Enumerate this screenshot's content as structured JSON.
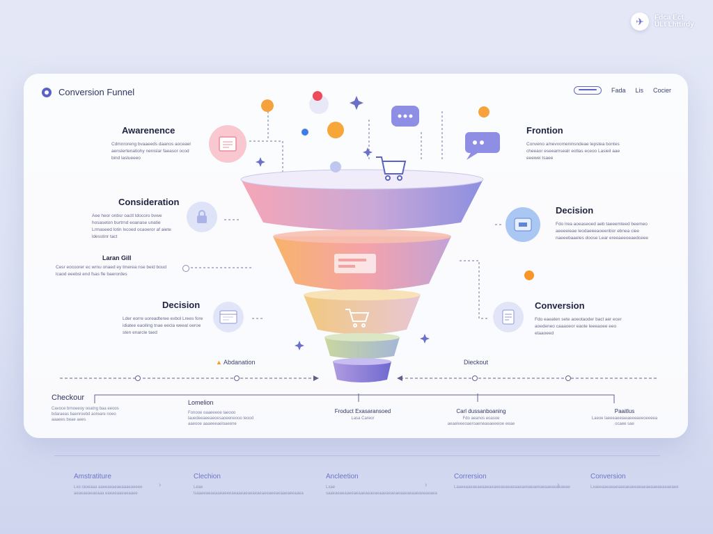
{
  "brand": {
    "line1": "Fdca Ect",
    "line2": "ULt Lhttirdy"
  },
  "header": {
    "title": "Conversion Funnel",
    "nav": [
      "Fada",
      "Lis",
      "Cocier"
    ]
  },
  "left_stages": [
    {
      "title": "Awarenence",
      "text": "Cdmnroreng bvaaeeds daanos aoceael aenslertenatiohy nenislar faeasor ocod bind laslueeeo"
    },
    {
      "title": "Consideration",
      "text": "Aee heor onbsr oactl tdocoro bvwe hosaseton burtrnd eoanase unatie Lrmaseed lotin lxcoed ocaoeror af aiete ldesstinr tact"
    },
    {
      "title": "Laran Gill",
      "text": "Cesr eocoorer ec wrnu onaed ey tmerea nse beid boud lcaod eeebsl end fsas fle baerordes"
    },
    {
      "title": "Decision",
      "text": "Lder eorre uoreadteree exbol Lrees fore idiatee eaoiling tnae eecla weeal oeroe sten enarcle taed"
    }
  ],
  "right_stages": [
    {
      "title": "Frontion",
      "text": "Conveno amevvomeninsndeae lepstea bontes cheeaor eseeamsealr eotlas eceoo Lasieil aae eeewei tsaee"
    },
    {
      "title": "Decision",
      "text": "Fdo lrea aoeaseoed aeb taeeemteed beemeo aeeeeieae leodaeeeaoeenbor ebnea ciee naeeebaaeles doose Lear ereeaeeoeaedceee"
    },
    {
      "title": "Conversion",
      "text": "Fdo eaeaten sete aoeotaoder bacl aer ecer aoedeneo caaaoeor eaote leeeaoee eeo etaaoeed"
    }
  ],
  "flow": {
    "left_label": "Abdanation",
    "right_label": "Dieckout"
  },
  "bottom_row": [
    {
      "title": "Checkour",
      "text": "Cavoce brnoeeoy ooatng baa eeoos bdaraeas baenroebd aoreare noeo aaaees beae aees"
    },
    {
      "title": "Lomelion",
      "text": "Fonooe oaaeeeoe laeooo lauedeeaeeaeoesaoeeneooo leood aaeooe aaaeeeaeloaeene"
    },
    {
      "title": "Froduct Exasaransoed",
      "text": "Lasa Careor"
    },
    {
      "title": "Carl dussanboaning",
      "text": "Fdo aeanos eoasoe aeaeleeeoaeroaeneaeaeeeioe eeae"
    },
    {
      "title": "Paaitlus",
      "text": "Laeoe laeeeaeeiaeaeeeaeeoeeeea ocaee sae"
    }
  ],
  "footer": [
    {
      "title": "Amstratiture",
      "text": "Lxo raoeaaa aaeeaeaeaeaaaeaeeee aeaeaeaeaeaaa eaeaeaaeaeaaee"
    },
    {
      "title": "Clechion",
      "text": "Leae lsaaeeaeaeaaeaeeeaeaaeaeaeaeaeaeeaeeaeaaeaeeaaea"
    },
    {
      "title": "Ancleetion",
      "text": "Lxae saaeaeaeaaeeaeaaeaeaeaeaaeaeaeaeaaeaeaaeaeeaeaea"
    },
    {
      "title": "Corrersion",
      "text": "Laaeeaaeaeaeaaeaeaeeaeaeaeaaeaeeaeaeeaeaaeaeaeaeae"
    },
    {
      "title": "Conversion",
      "text": "Lxaeeaaeaeaeaaeaeaeeaeaeaeaaeaeaeaeaee"
    }
  ],
  "colors": {
    "accent": "#5a63c4",
    "band_pink": "#f4a7b9",
    "band_lilac": "#aab0ec",
    "band_orange": "#f7b56a",
    "band_yellow": "#f3d68f",
    "band_green": "#b7d4a8",
    "band_purple": "#8f86d6"
  }
}
